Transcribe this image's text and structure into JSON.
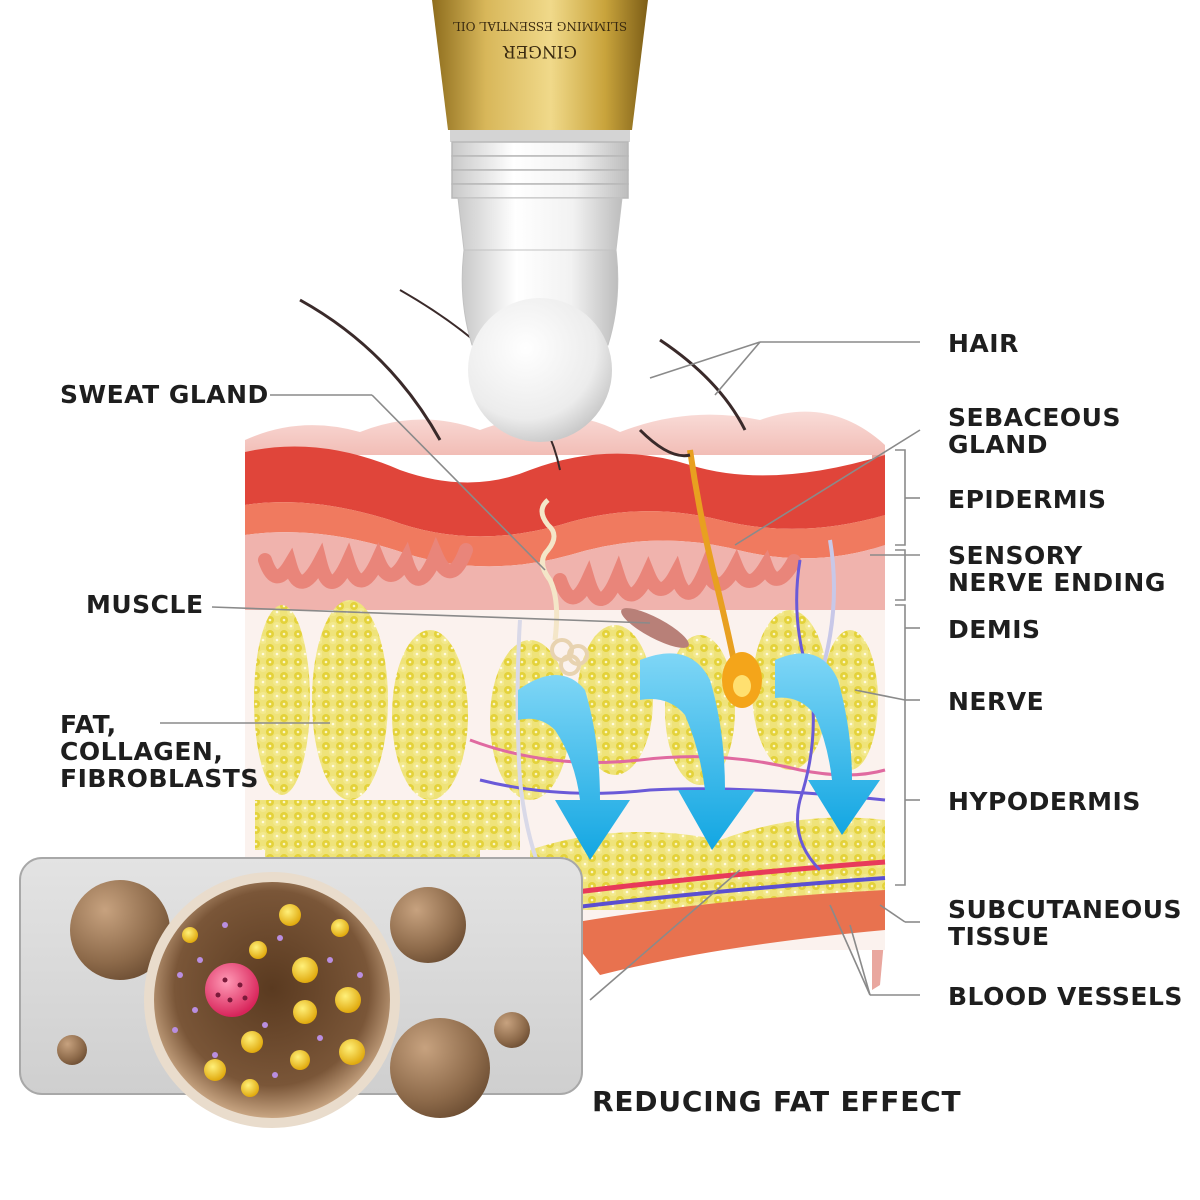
{
  "product": {
    "brand": "GINGER",
    "subtitle": "SLIMMING ESSENTIAL OIL"
  },
  "labels": {
    "hair": "HAIR",
    "sweat_gland": "SWEAT GLAND",
    "sebaceous_gland": "SEBACEOUS\nGLAND",
    "epidermis": "EPIDERMIS",
    "sensory_nerve_ending": "SENSORY\nNERVE ENDING",
    "muscle": "MUSCLE",
    "demis": "DEMIS",
    "nerve": "NERVE",
    "fat_collagen": "FAT,\nCOLLAGEN,\nFIBROBLASTS",
    "hypodermis": "HYPODERMIS",
    "subcutaneous": "SUBCUTANEOUS\nTISSUE",
    "blood_vessels": "BLOOD VESSELS"
  },
  "caption": "REDUCING FAT EFFECT",
  "colors": {
    "epidermis": "#e0453a",
    "dermis": "#f0b3ad",
    "fat": "#e8dc4a",
    "arrow": "#1fb3ea",
    "tube_gold": "#c9a43c",
    "leader": "#8a8a8a"
  }
}
